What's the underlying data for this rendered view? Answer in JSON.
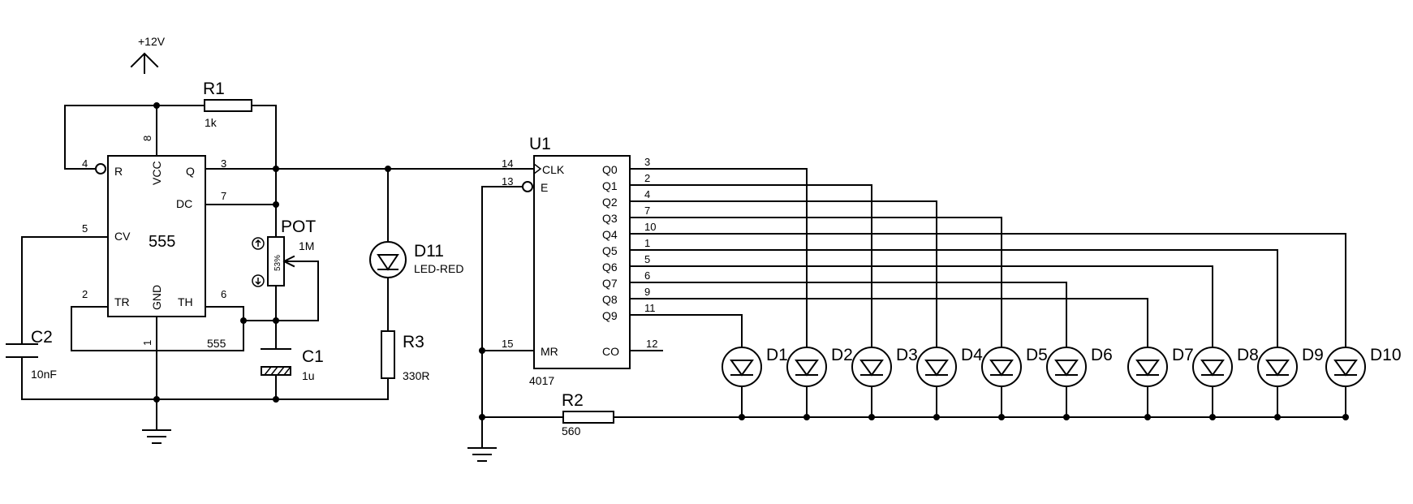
{
  "supply": {
    "label": "+12V"
  },
  "timer": {
    "name": "555",
    "caption": "555",
    "pins": {
      "r": "R",
      "vcc": "VCC",
      "q": "Q",
      "dc": "DC",
      "cv": "CV",
      "tr": "TR",
      "gnd": "GND",
      "th": "TH"
    },
    "pin_numbers": {
      "r": "4",
      "vcc": "8",
      "q": "3",
      "dc": "7",
      "cv": "5",
      "tr": "2",
      "th": "6",
      "gnd": "1"
    }
  },
  "counter": {
    "ref": "U1",
    "part": "4017",
    "left_pins": [
      {
        "label": "CLK",
        "num": "14"
      },
      {
        "label": "E",
        "num": "13"
      },
      {
        "label": "MR",
        "num": "15"
      }
    ],
    "outputs": [
      {
        "label": "Q0",
        "num": "3"
      },
      {
        "label": "Q1",
        "num": "2"
      },
      {
        "label": "Q2",
        "num": "4"
      },
      {
        "label": "Q3",
        "num": "7"
      },
      {
        "label": "Q4",
        "num": "10"
      },
      {
        "label": "Q5",
        "num": "1"
      },
      {
        "label": "Q6",
        "num": "5"
      },
      {
        "label": "Q7",
        "num": "6"
      },
      {
        "label": "Q8",
        "num": "9"
      },
      {
        "label": "Q9",
        "num": "11"
      }
    ],
    "carry": {
      "label": "CO",
      "num": "12"
    }
  },
  "components": {
    "r1": {
      "ref": "R1",
      "value": "1k"
    },
    "r2": {
      "ref": "R2",
      "value": "560"
    },
    "r3": {
      "ref": "R3",
      "value": "330R"
    },
    "c1": {
      "ref": "C1",
      "value": "1u"
    },
    "c2": {
      "ref": "C2",
      "value": "10nF"
    },
    "pot": {
      "ref": "POT",
      "value": "1M",
      "setting": "53%"
    },
    "d11": {
      "ref": "D11",
      "value": "LED-RED"
    }
  },
  "leds": [
    "D1",
    "D2",
    "D3",
    "D4",
    "D5",
    "D6",
    "D7",
    "D8",
    "D9",
    "D10"
  ]
}
